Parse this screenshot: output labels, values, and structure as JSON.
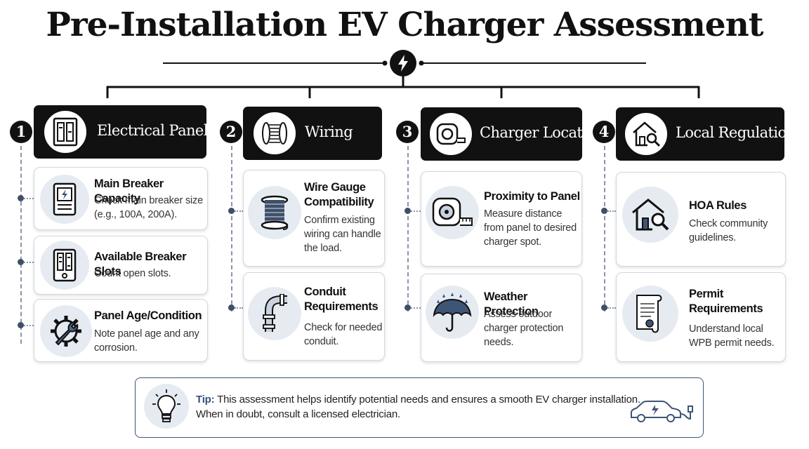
{
  "title": "Pre-Installation EV Charger Assessment",
  "colors": {
    "dark": "#111111",
    "accent": "#33507a",
    "icon_bg": "#e6ebf2",
    "rail": "#8a96a8"
  },
  "columns": [
    {
      "number": "1",
      "title": "Electrical Panel",
      "icon": "electrical-panel-icon",
      "items": [
        {
          "title": "Main Breaker Capacity",
          "desc": "Check main breaker size (e.g., 100A, 200A).",
          "icon": "main-breaker-icon"
        },
        {
          "title": "Available Breaker Slots",
          "desc": "Count open slots.",
          "icon": "breaker-slots-icon"
        },
        {
          "title": "Panel Age/Condition",
          "desc": "Note panel age and any corrosion.",
          "icon": "gear-wrench-icon"
        }
      ]
    },
    {
      "number": "2",
      "title": "Wiring",
      "icon": "wire-spool-icon",
      "items": [
        {
          "title": "Wire Gauge Compatibility",
          "desc": "Confirm existing wiring can handle the load.",
          "icon": "wire-spool-icon"
        },
        {
          "title": "Conduit Requirements",
          "desc": "Check for needed conduit.",
          "icon": "conduit-pipe-icon"
        }
      ]
    },
    {
      "number": "3",
      "title": "Charger Location",
      "icon": "tape-measure-icon",
      "items": [
        {
          "title": "Proximity to Panel",
          "desc": "Measure distance from panel to desired charger spot.",
          "icon": "tape-measure-icon"
        },
        {
          "title": "Weather Protection",
          "desc": "Assess outdoor charger protection needs.",
          "icon": "umbrella-rain-icon"
        }
      ]
    },
    {
      "number": "4",
      "title": "Local Regulations",
      "icon": "house-search-icon",
      "items": [
        {
          "title": "HOA Rules",
          "desc": "Check community guidelines.",
          "icon": "house-search-icon"
        },
        {
          "title": "Permit Requirements",
          "desc": "Understand local WPB permit needs.",
          "icon": "permit-document-icon"
        }
      ]
    }
  ],
  "tip": {
    "label": "Tip:",
    "text": "This assessment helps identify potential needs and ensures a smooth EV charger installation. When in doubt, consult a licensed electrician."
  }
}
